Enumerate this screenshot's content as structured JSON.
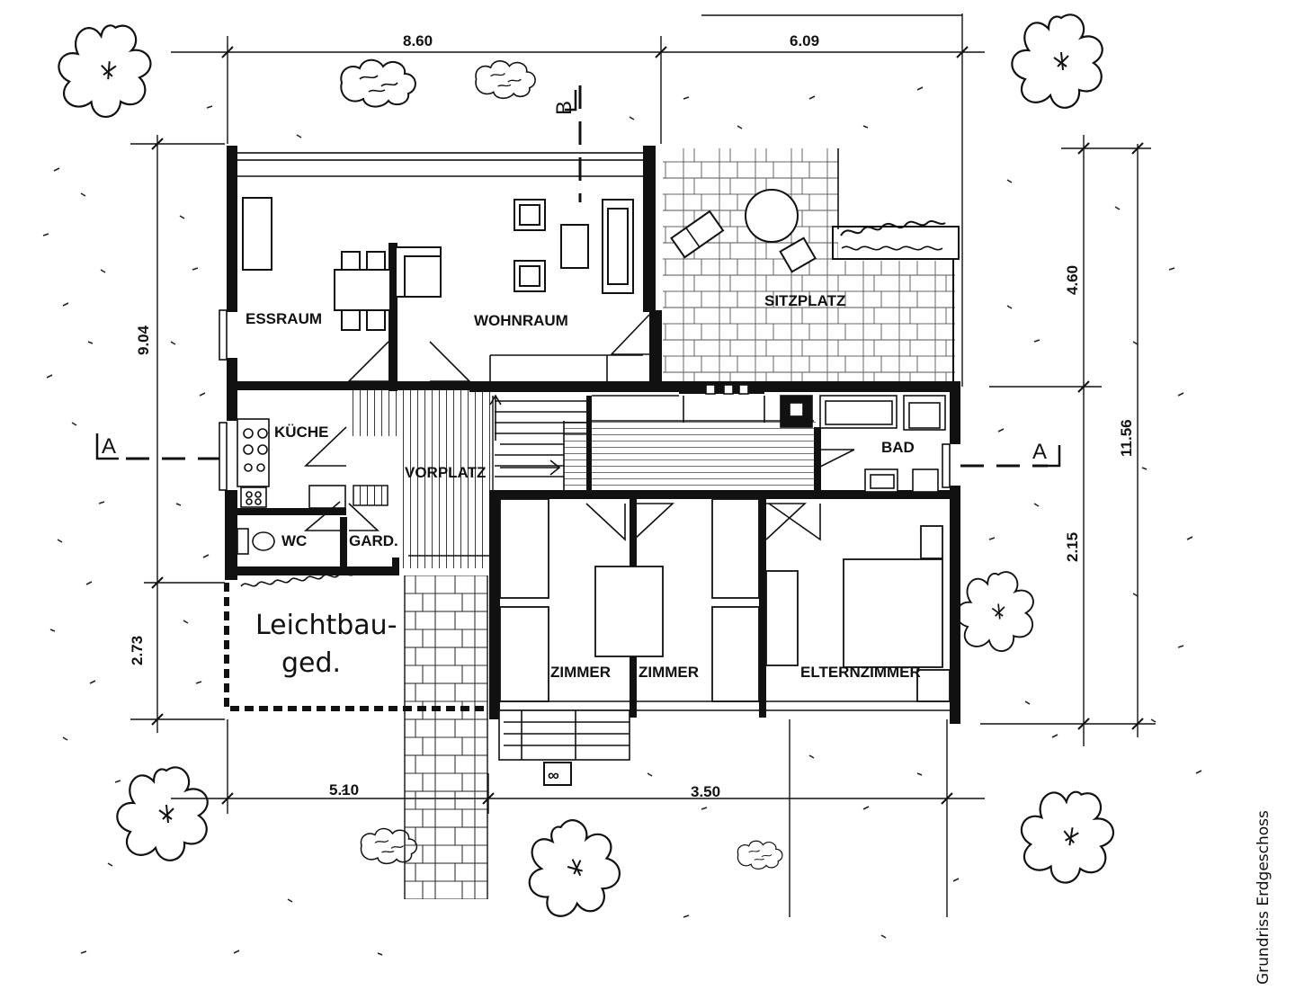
{
  "caption": "Grundriss Erdgeschoss",
  "rooms": {
    "essraum": "ESSRAUM",
    "wohnraum": "WOHNRAUM",
    "sitzplatz": "SITZPLATZ",
    "kueche": "KÜCHE",
    "vorplatz": "VORPLATZ",
    "bad": "BAD",
    "wc": "WC",
    "gard": "GARD.",
    "zimmer1": "ZIMMER",
    "zimmer2": "ZIMMER",
    "elternzimmer": "ELTERNZIMMER",
    "leichtbau_line1": "Leichtbau-",
    "leichtbau_line2": "ged."
  },
  "dimensions": {
    "top_left": "8.60",
    "top_right": "6.09",
    "left_upper": "9.04",
    "left_lower": "2.73",
    "bottom_left": "5.10",
    "bottom_right": "3.50",
    "right_upper": "4.60",
    "right_lower": "2.15",
    "right_total": "11.56"
  },
  "section_marks": {
    "a_left": "A",
    "a_right": "A",
    "b_top": "B"
  },
  "symbols": {
    "mailbox": "∞"
  }
}
